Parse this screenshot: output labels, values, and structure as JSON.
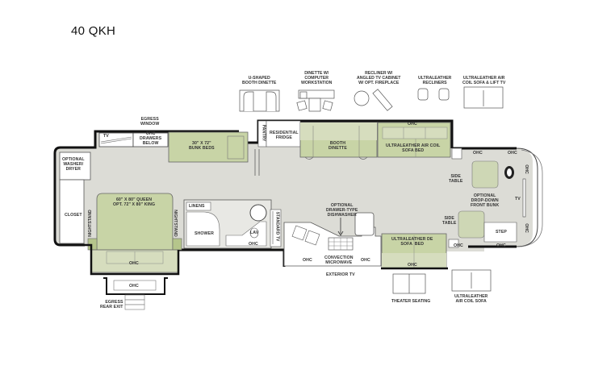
{
  "model": "40 QKH",
  "colors": {
    "floor": "#dcdcd6",
    "green": "#c8d4a6",
    "green_dark": "#b5c58b",
    "wall": "#111111",
    "line": "#777777"
  },
  "options": [
    {
      "id": "u-shaped-booth-dinette",
      "label": "U-SHAPED\nBOOTH DINETTE"
    },
    {
      "id": "dinette-computer-workstation",
      "label": "DINETTE W/\nCOMPUTER\nWORKSTATION"
    },
    {
      "id": "recliner-angled-tv-cabinet",
      "label": "RECLINER W/\nANGLED TV CABINET\nW/ OPT. FIREPLACE"
    },
    {
      "id": "ultraleather-recliners",
      "label": "ULTRALEATHER\nRECLINERS"
    },
    {
      "id": "ultraleather-air-coil-sofa-lift-tv",
      "label": "ULTRALEATHER AIR\nCOIL SOFA & LIFT TV"
    },
    {
      "id": "theater-seating",
      "label": "THEATER SEATING"
    },
    {
      "id": "ultraleather-air-coil-sofa",
      "label": "ULTRALEATHER\nAIR COIL SOFA"
    }
  ],
  "rooms": {
    "egress_window": "EGRESS\nWINDOW",
    "tv_bunk": "TV",
    "ohc_drawers": "OHC\nDRAWERS\nBELOW",
    "bunk_beds": "30\" X 72\"\nBUNK BEDS",
    "washer_dryer": "OPTIONAL\nWASHER/\nDRYER",
    "closet": "CLOSET",
    "nightstand_left": "NIGHTSTAND",
    "nightstand_right": "NIGHTSTAND",
    "bed": "60\" X 80\" QUEEN\nOPT. 72\" X 80\" KING",
    "bed_ohc": "OHC",
    "rear_ohc": "OHC",
    "egress_rear_exit": "EGRESS\nREAR EXIT",
    "linens": "LINENS",
    "shower": "SHOWER",
    "lav": "LAV",
    "bath_ohc": "OHC",
    "standard_tv": "STANDARD TV",
    "pantry": "PANTRY",
    "residential_fridge": "RESIDENTIAL\nFRIDGE",
    "booth_dinette": "BOOTH\nDINETTE",
    "sofa_ohc": "OHC",
    "air_coil_sofa_bed": "ULTRALEATHER AIR COIL\nSOFA BED",
    "dishwasher": "OPTIONAL\nDRAWER-TYPE\nDISHWASHER",
    "kitchen_ohc_left": "OHC",
    "convection_microwave": "CONVECTION\nMICROWAVE",
    "kitchen_ohc_right": "OHC",
    "exterior_tv": "EXTERIOR TV",
    "de_sofa_bed": "ULTRALEATHER DE\nSOFA  BED",
    "de_sofa_ohc": "OHC",
    "side_table_top": "SIDE\nTABLE",
    "side_table_bottom": "SIDE\nTABLE",
    "cab_ohc_top_left": "OHC",
    "cab_ohc_top_right": "OHC",
    "cab_ohc_right_top": "OHC",
    "cab_ohc_right_bottom": "OHC",
    "front_bunk": "OPTIONAL\nDROP-DOWN\nFRONT BUNK",
    "front_tv": "TV",
    "step": "STEP",
    "cab_ohc_bottom_left": "OHC",
    "cab_ohc_bottom_right": "OHC"
  }
}
